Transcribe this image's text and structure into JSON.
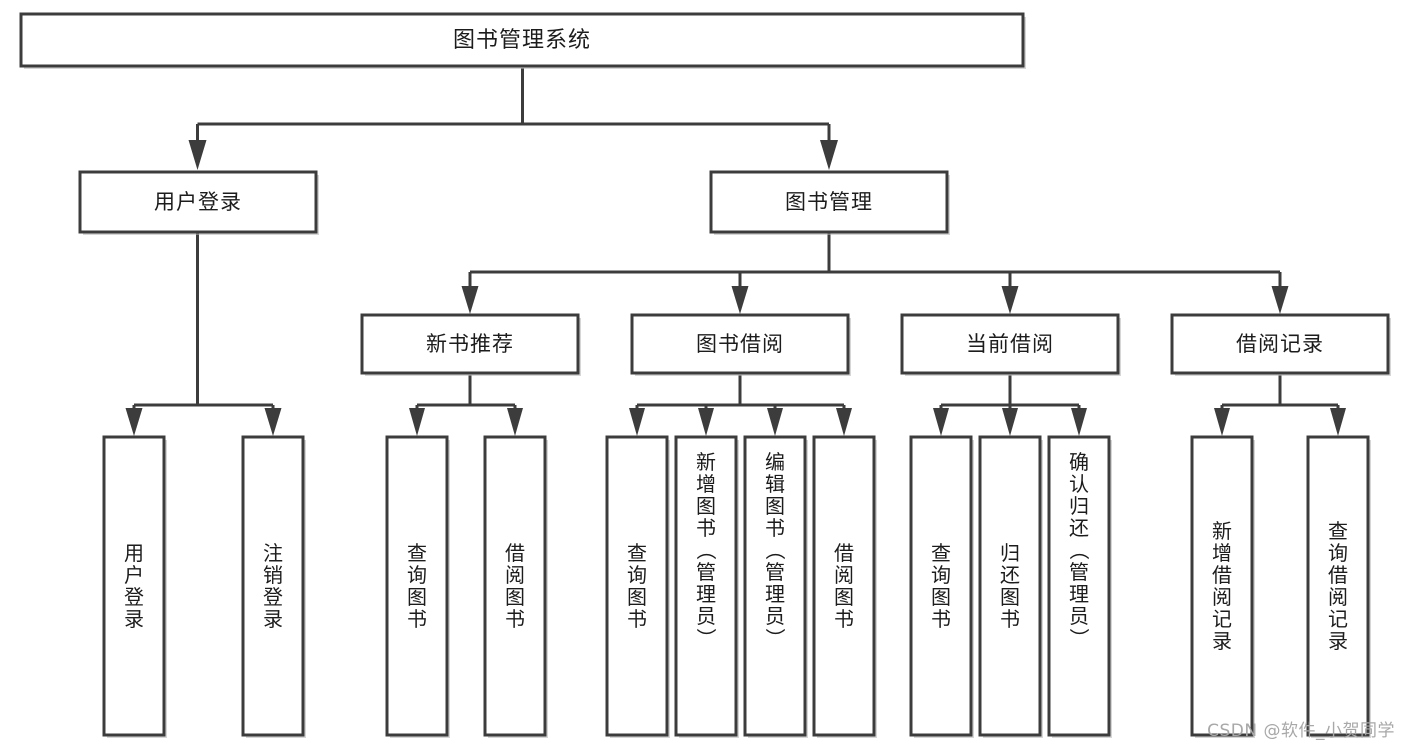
{
  "diagram": {
    "title": "图书管理系统",
    "type": "tree",
    "orientation": "top-down",
    "colors": {
      "box_fill": "#ffffff",
      "box_stroke": "#3c3c3c",
      "connector": "#3c3c3c",
      "text": "#1c1c1c",
      "background": "#ffffff",
      "watermark": "#a8a8a8"
    },
    "root": {
      "label": "图书管理系统"
    },
    "level1": [
      {
        "label": "用户登录"
      },
      {
        "label": "图书管理"
      }
    ],
    "level2": [
      {
        "label": "新书推荐"
      },
      {
        "label": "图书借阅"
      },
      {
        "label": "当前借阅"
      },
      {
        "label": "借阅记录"
      }
    ],
    "leaves": {
      "user_login": [
        {
          "label": "用户登录",
          "chars": [
            "用",
            "户",
            "登",
            "录"
          ]
        },
        {
          "label": "注销登录",
          "chars": [
            "注",
            "销",
            "登",
            "录"
          ]
        }
      ],
      "new_book_recommend": [
        {
          "label": "查询图书",
          "chars": [
            "查",
            "询",
            "图",
            "书"
          ]
        },
        {
          "label": "借阅图书",
          "chars": [
            "借",
            "阅",
            "图",
            "书"
          ]
        }
      ],
      "book_borrow": [
        {
          "label": "查询图书",
          "chars": [
            "查",
            "询",
            "图",
            "书"
          ]
        },
        {
          "label": "新增图书（管理员）",
          "chars": [
            "新",
            "增",
            "图",
            "书",
            "（",
            "管",
            "理",
            "员",
            "）"
          ]
        },
        {
          "label": "编辑图书（管理员）",
          "chars": [
            "编",
            "辑",
            "图",
            "书",
            "（",
            "管",
            "理",
            "员",
            "）"
          ]
        },
        {
          "label": "借阅图书",
          "chars": [
            "借",
            "阅",
            "图",
            "书"
          ]
        }
      ],
      "current_borrow": [
        {
          "label": "查询图书",
          "chars": [
            "查",
            "询",
            "图",
            "书"
          ]
        },
        {
          "label": "归还图书",
          "chars": [
            "归",
            "还",
            "图",
            "书"
          ]
        },
        {
          "label": "确认归还（管理员）",
          "chars": [
            "确",
            "认",
            "归",
            "还",
            "（",
            "管",
            "理",
            "员",
            "）"
          ]
        }
      ],
      "borrow_record": [
        {
          "label": "新增借阅记录",
          "chars": [
            "新",
            "增",
            "借",
            "阅",
            "记",
            "录"
          ]
        },
        {
          "label": "查询借阅记录",
          "chars": [
            "查",
            "询",
            "借",
            "阅",
            "记",
            "录"
          ]
        }
      ]
    },
    "watermark": "CSDN @软件_小贺同学"
  }
}
